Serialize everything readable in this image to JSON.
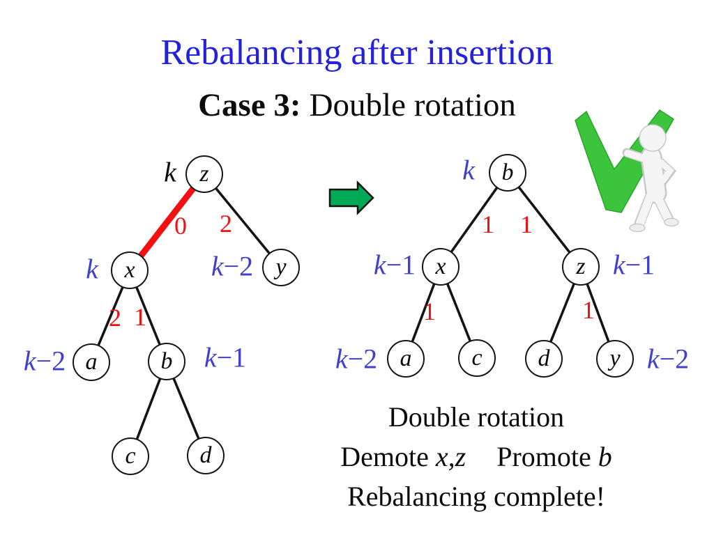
{
  "title": "Rebalancing after insertion",
  "subtitle": {
    "bold": "Case 3:",
    "rest": "Double rotation"
  },
  "colors": {
    "title-blue": "#2222DC",
    "rank-blue": "#4040CC",
    "edge-red": "#F21010",
    "arrow-green": "#00A956",
    "check-green": "#3CC53C"
  },
  "left_tree": {
    "nodes": {
      "z": "z",
      "x": "x",
      "y": "y",
      "a": "a",
      "b": "b",
      "c": "c",
      "d": "d"
    },
    "ranks": {
      "z": {
        "var": "k",
        "offset": ""
      },
      "x": {
        "var": "k",
        "offset": ""
      },
      "y": {
        "var": "k",
        "offset": "−2"
      },
      "a": {
        "var": "k",
        "offset": "−2"
      },
      "b": {
        "var": "k",
        "offset": "−1"
      }
    },
    "edge_labels": {
      "zx": "0",
      "zy": "2",
      "xa": "2",
      "xb": "1"
    }
  },
  "right_tree": {
    "nodes": {
      "b": "b",
      "x": "x",
      "z": "z",
      "a": "a",
      "c": "c",
      "d": "d",
      "y": "y"
    },
    "ranks": {
      "b": {
        "var": "k",
        "offset": ""
      },
      "x": {
        "var": "k",
        "offset": "−1"
      },
      "z": {
        "var": "k",
        "offset": "−1"
      },
      "a": {
        "var": "k",
        "offset": "−2"
      },
      "y": {
        "var": "k",
        "offset": "−2"
      }
    },
    "edge_labels": {
      "bx": "1",
      "bz": "1",
      "xa": "1",
      "zy": "1"
    }
  },
  "caption": {
    "line1": "Double rotation",
    "demote_word": "Demote",
    "demote_vars": "x,z",
    "promote_word": "Promote",
    "promote_var": "b",
    "line3": "Rebalancing complete!"
  }
}
